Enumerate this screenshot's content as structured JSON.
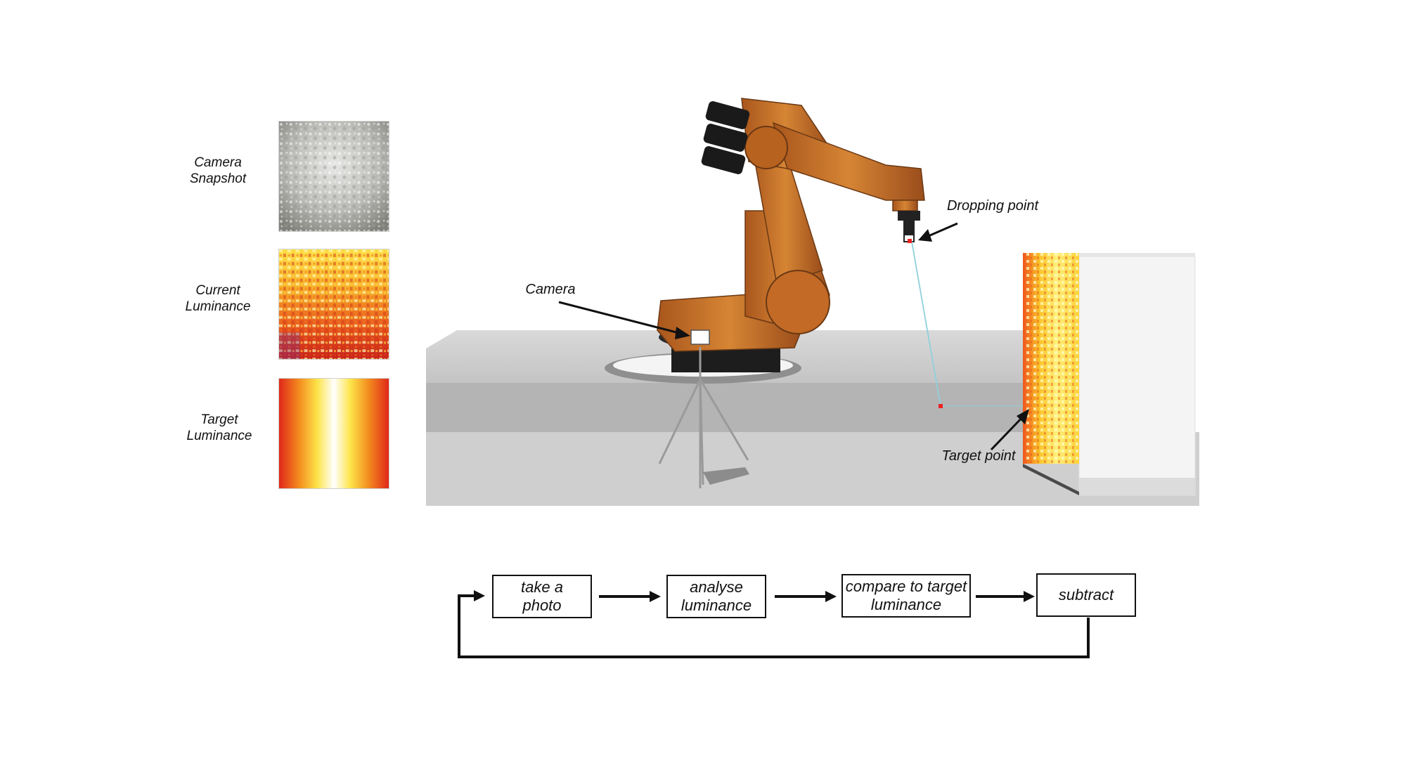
{
  "side_panels": [
    {
      "label": "Camera\nSnapshot",
      "image": "camera-snapshot-texture"
    },
    {
      "label": "Current\nLuminance",
      "image": "current-luminance-heatmap"
    },
    {
      "label": "Target\nLuminance",
      "image": "target-luminance-gradient"
    }
  ],
  "scene": {
    "camera_label": "Camera",
    "dropping_point_label": "Dropping point",
    "target_point_label": "Target point"
  },
  "flow": {
    "steps": [
      {
        "label": "take a\nphoto"
      },
      {
        "label": "analyse\nluminance"
      },
      {
        "label": "compare to target\nluminance"
      },
      {
        "label": "subtract"
      }
    ]
  },
  "colors": {
    "robot": "#c4722a",
    "robot_dark": "#8a4a1a",
    "heat_hot": "#fff5a0",
    "heat_mid": "#f5a623",
    "heat_cool": "#d0261a"
  }
}
